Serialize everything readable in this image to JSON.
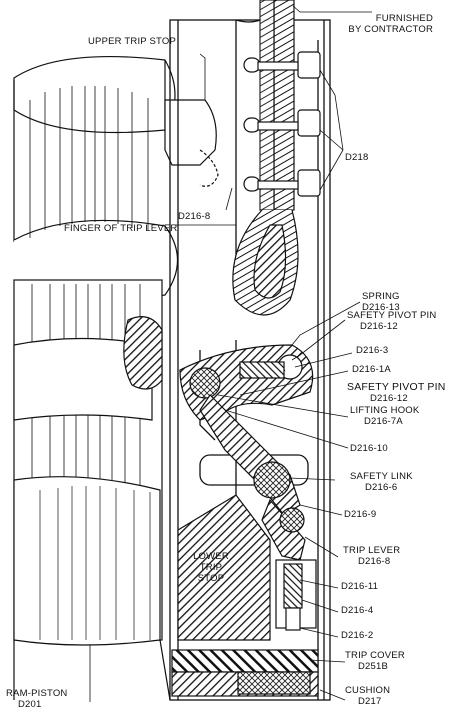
{
  "labels": {
    "furnished_1": "FURNISHED",
    "furnished_2": "BY CONTRACTOR",
    "upper_trip_stop": "UPPER TRIP STOP",
    "d218": "D218",
    "d216_8_top": "D216-8",
    "finger_trip_lever": "FINGER OF TRIP LEVER",
    "spring": "SPRING",
    "spring_part": "D216-13",
    "safety_pivot_pin_1": "SAFETY PIVOT PIN",
    "safety_pivot_pin_1_part": "D216-12",
    "d216_3": "D216-3",
    "d216_1a": "D216-1A",
    "safety_pivot_pin_2": "SAFETY PIVOT PIN",
    "safety_pivot_pin_2_part": "D216-12",
    "lifting_hook": "LIFTING HOOK",
    "lifting_hook_part": "D216-7A",
    "d216_10": "D216-10",
    "safety_link": "SAFETY LINK",
    "safety_link_part": "D216-6",
    "d216_9": "D216-9",
    "lower_trip_stop_1": "LOWER",
    "lower_trip_stop_2": "TRIP",
    "lower_trip_stop_3": "STOP",
    "trip_lever": "TRIP LEVER",
    "trip_lever_part": "D216-8",
    "d216_11": "D216-11",
    "d216_4": "D216-4",
    "d216_2": "D216-2",
    "trip_cover": "TRIP COVER",
    "trip_cover_part": "D251B",
    "cushion": "CUSHION",
    "cushion_part": "D217",
    "ram_piston": "RAM-PISTON",
    "ram_piston_part": "D201"
  }
}
